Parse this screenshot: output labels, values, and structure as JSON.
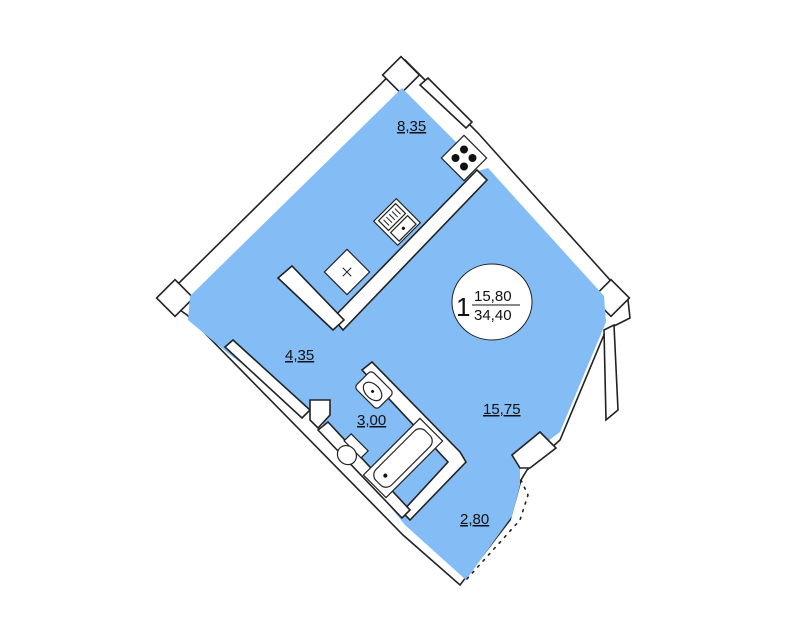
{
  "plan": {
    "colors": {
      "floor": "#84bdf6",
      "wall": "#ffffff",
      "outline": "#222222",
      "background": "#ffffff"
    },
    "rooms": [
      {
        "name": "kitchen",
        "area": "8,35"
      },
      {
        "name": "hallway",
        "area": "4,35"
      },
      {
        "name": "bathroom",
        "area": "3,00"
      },
      {
        "name": "living-room",
        "area": "15,75"
      },
      {
        "name": "loggia",
        "area": "2,80"
      }
    ],
    "summary": {
      "rooms_count": "1",
      "living_area": "15,80",
      "total_area": "34,40"
    },
    "fixtures": [
      "stove-icon",
      "sink-icon",
      "fridge-icon",
      "bathtub-icon",
      "washbasin-icon",
      "toilet-icon"
    ]
  }
}
